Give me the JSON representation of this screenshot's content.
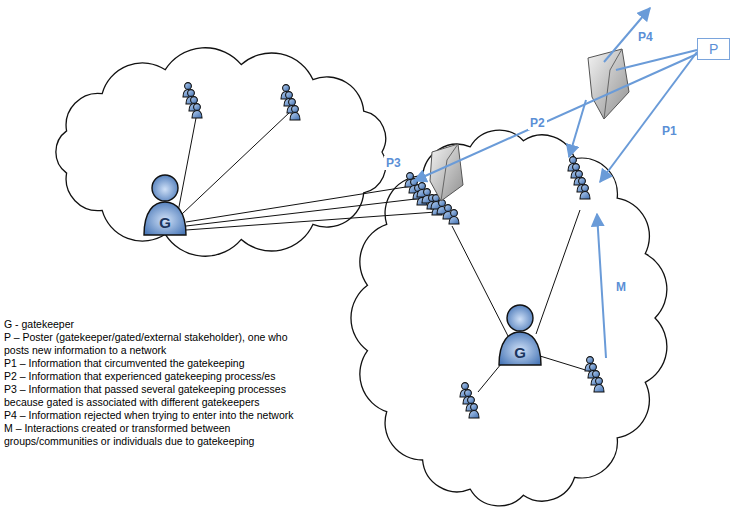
{
  "diagram": {
    "nodes": [
      {
        "text": [
          "G"
        ]
      },
      {
        "text": [
          "G"
        ]
      },
      {
        "text": [
          "P"
        ]
      }
    ],
    "labels": [
      "P1",
      "P2",
      "P3",
      "P4",
      "M",
      "G - gatekeeper",
      "P – Poster (gatekeeper/gated/external stakeholder), one who posts new information to a network",
      "P1 – Information that circumvented the gatekeeping",
      "P2 – Information that experienced gatekeeping process/es",
      "P3 – Information that passed several gatekeeping processes because gated is associated with different gatekeepers",
      "P4 – Information rejected when trying to enter into the network",
      "M – Interactions created or transformed between groups/communities or individuals due to gatekeeping"
    ]
  }
}
